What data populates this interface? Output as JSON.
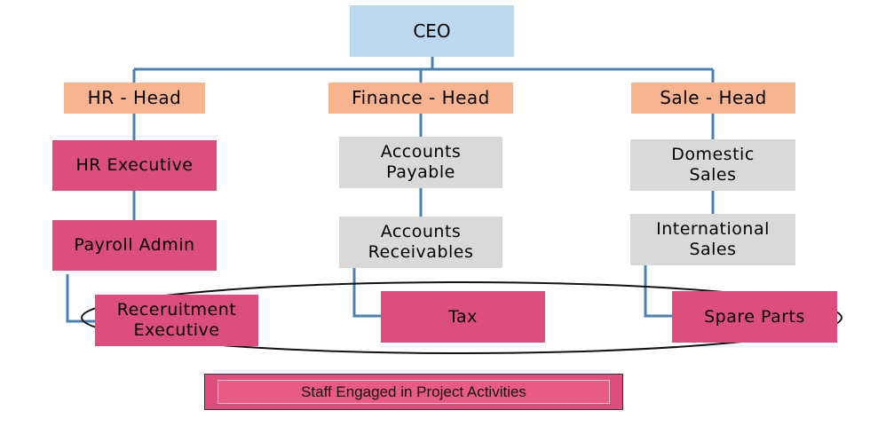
{
  "nodes": {
    "ceo": "CEO",
    "hr_head": "HR - Head",
    "finance_head": "Finance - Head",
    "sale_head": "Sale -  Head",
    "hr_executive": "HR Executive",
    "payroll_admin": "Payroll Admin",
    "recruitment_executive": "Receruitment\nExecutive",
    "accounts_payable": "Accounts\nPayable",
    "accounts_receivables": "Accounts\nReceivables",
    "tax": "Tax",
    "domestic_sales": "Domestic\nSales",
    "international_sales": "International\nSales",
    "spare_parts": "Spare Parts"
  },
  "legend": {
    "label": "Staff Engaged in Project Activities"
  },
  "colors": {
    "ceo": "#bdd7ee",
    "head": "#f8b38f",
    "project_staff": "#dc4e7c",
    "staff": "#d9d9d9",
    "connector": "#4a7fb0"
  }
}
